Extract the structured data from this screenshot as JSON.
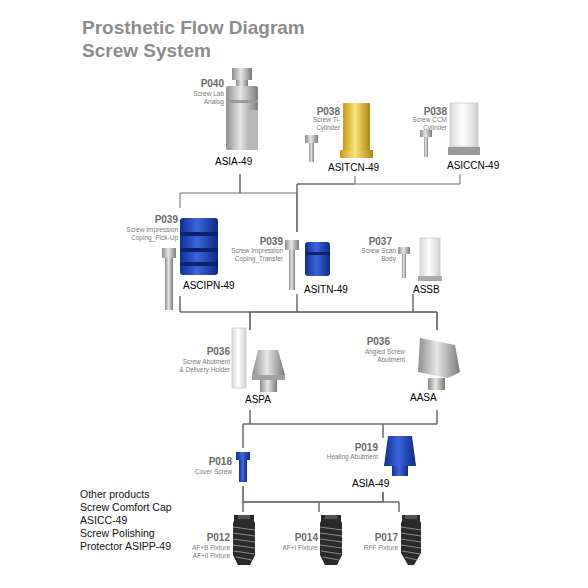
{
  "diagram": {
    "title": "Prosthetic Flow Diagram Screw System",
    "nodes": [
      {
        "text": [
          "P040",
          "Screw Lab Analog",
          "ASIA-49"
        ]
      },
      {
        "text": [
          "P038",
          "Screw Ti-Cylinder",
          "ASITCN-49"
        ]
      },
      {
        "text": [
          "P038",
          "Screw CCM Cylinder",
          "ASICCN-49"
        ]
      },
      {
        "text": [
          "P039",
          "Screw Impression Coping_Pick-Up",
          "ASCIPN-49"
        ]
      },
      {
        "text": [
          "P039",
          "Screw Impression Coping_Transfer",
          "ASITN-49"
        ]
      },
      {
        "text": [
          "P037",
          "Screw Scan Body",
          "ASSB"
        ]
      },
      {
        "text": [
          "P036",
          "Screw Abutment & Delivery Holder",
          "ASPA"
        ]
      },
      {
        "text": [
          "P036",
          "Angled Screw Abutment",
          "AASA"
        ]
      },
      {
        "text": [
          "P018",
          "Cover Screw"
        ]
      },
      {
        "text": [
          "P019",
          "Healing Abutment",
          "ASIA-49"
        ]
      },
      {
        "text": [
          "P012",
          "AF+B Fixture AF+II Fixture"
        ]
      },
      {
        "text": [
          "P014",
          "AF+I Fixture"
        ]
      },
      {
        "text": [
          "P017",
          "RFF Fixture"
        ]
      }
    ],
    "edges": [
      {
        "from": 0,
        "to": 3,
        "arrow": "none"
      },
      {
        "from": 0,
        "to": 4,
        "arrow": "none"
      },
      {
        "from": 1,
        "to": 4,
        "arrow": "none"
      },
      {
        "from": 2,
        "to": 4,
        "arrow": "none"
      },
      {
        "from": 3,
        "to": 6,
        "arrow": "none"
      },
      {
        "from": 3,
        "to": 7,
        "arrow": "none"
      },
      {
        "from": 4,
        "to": 6,
        "arrow": "none"
      },
      {
        "from": 4,
        "to": 7,
        "arrow": "none"
      },
      {
        "from": 5,
        "to": 6,
        "arrow": "none"
      },
      {
        "from": 5,
        "to": 7,
        "arrow": "none"
      },
      {
        "from": 6,
        "to": 8,
        "arrow": "none"
      },
      {
        "from": 6,
        "to": 9,
        "arrow": "none"
      },
      {
        "from": 7,
        "to": 8,
        "arrow": "none"
      },
      {
        "from": 7,
        "to": 9,
        "arrow": "none"
      },
      {
        "from": 8,
        "to": 10,
        "arrow": "none"
      },
      {
        "from": 8,
        "to": 11,
        "arrow": "none"
      },
      {
        "from": 8,
        "to": 12,
        "arrow": "none"
      },
      {
        "from": 9,
        "to": 10,
        "arrow": "none"
      },
      {
        "from": 9,
        "to": 11,
        "arrow": "none"
      },
      {
        "from": 9,
        "to": 12,
        "arrow": "none"
      }
    ],
    "labels": [
      "Other products",
      "Screw Comfort Cap",
      "ASICC-49",
      "Screw Polishing",
      "Protector ASIPP-49"
    ]
  }
}
